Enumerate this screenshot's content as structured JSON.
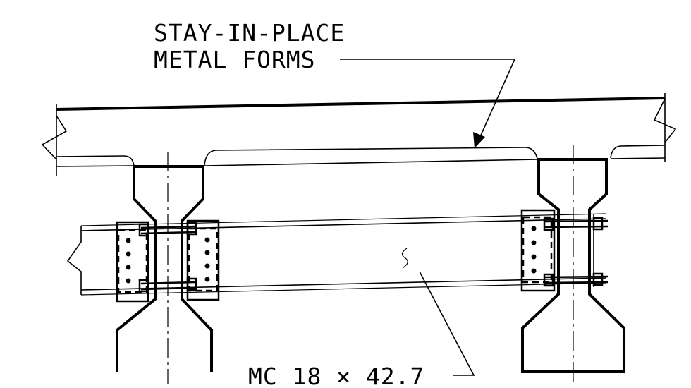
{
  "callouts": {
    "forms_line1": "STAY-IN-PLACE",
    "forms_line2": "METAL FORMS",
    "channel": "MC 18 × 42.7"
  }
}
